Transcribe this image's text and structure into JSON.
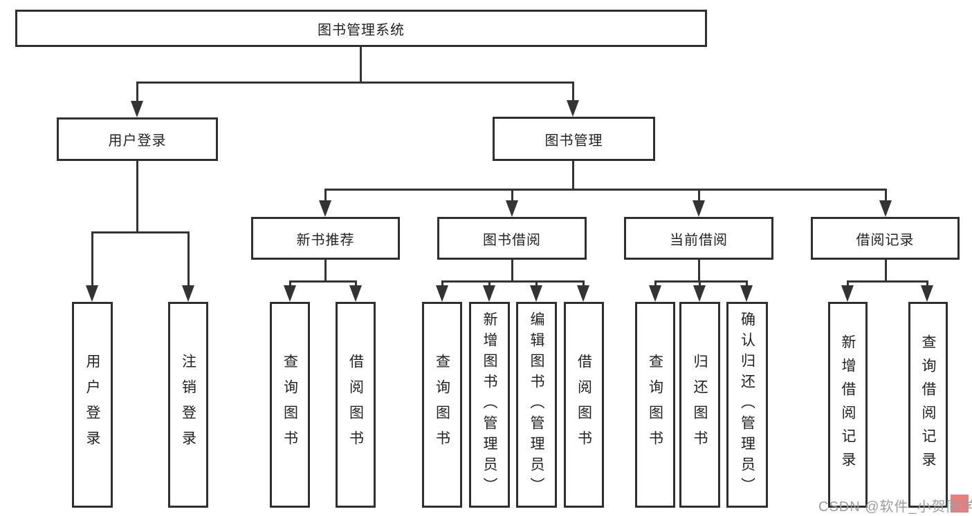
{
  "diagram": {
    "root_label": "图书管理系统",
    "level2": [
      "用户登录",
      "图书管理"
    ],
    "level3": [
      "新书推荐",
      "图书借阅",
      "当前借阅",
      "借阅记录"
    ],
    "leaves": {
      "user_login": [
        "用户登录",
        "注销登录"
      ],
      "new_book_rec": [
        "查询图书",
        "借阅图书"
      ],
      "book_borrow": [
        "查询图书",
        "新增图书（管理员）",
        "编辑图书（管理员）",
        "借阅图书"
      ],
      "current_borrow": [
        "查询图书",
        "归还图书",
        "确认归还（管理员）"
      ],
      "borrow_records": [
        "新增借阅记录",
        "查询借阅记录"
      ]
    }
  },
  "watermark": {
    "text": "CSDN @软件_小贺同学"
  },
  "colors": {
    "line": "#333333",
    "box_border": "#2f2f2f",
    "text": "#222222",
    "watermark_text": "#9c9c9c",
    "watermark_accent": "#e87f7f",
    "background": "#ffffff"
  }
}
